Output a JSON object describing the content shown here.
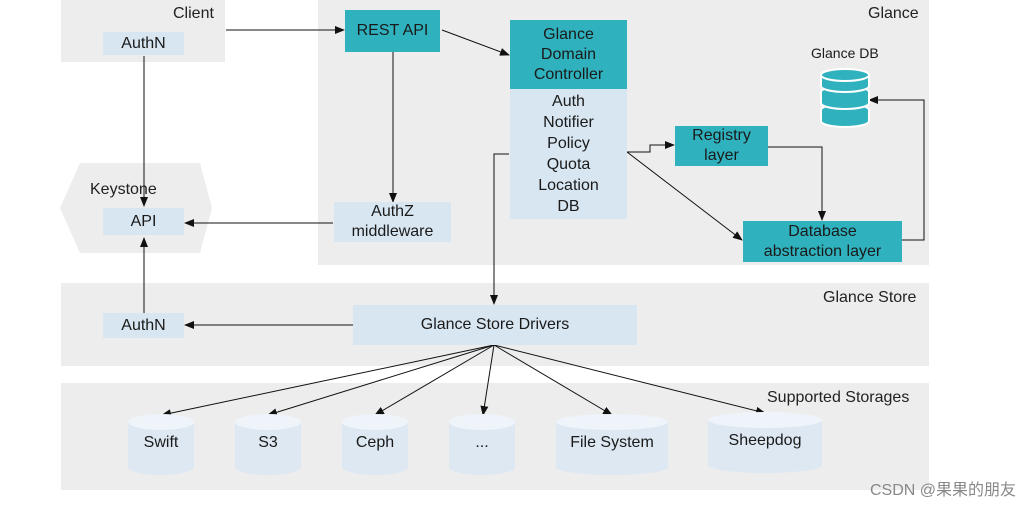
{
  "client": {
    "title": "Client",
    "authn": "AuthN"
  },
  "glance": {
    "title": "Glance",
    "rest_api": "REST API",
    "domain_controller": [
      "Glance",
      "Domain",
      "Controller"
    ],
    "controller_items": [
      "Auth",
      "Notifier",
      "Policy",
      "Quota",
      "Location",
      "DB"
    ],
    "authz": [
      "AuthZ",
      "middleware"
    ],
    "registry": [
      "Registry",
      "layer"
    ],
    "db_abstraction": [
      "Database",
      "abstraction layer"
    ],
    "db_label": "Glance DB"
  },
  "keystone": {
    "title": "Keystone",
    "api": "API"
  },
  "store": {
    "title": "Glance Store",
    "drivers": "Glance Store Drivers",
    "authn": "AuthN"
  },
  "storages": {
    "title": "Supported Storages",
    "items": [
      "Swift",
      "S3",
      "Ceph",
      "...",
      "File System",
      "Sheepdog"
    ]
  },
  "watermark": "CSDN @果果的朋友",
  "colors": {
    "panel": "#ededed",
    "light_box": "#d8e6f1",
    "teal_box": "#30b2be",
    "cylinder": "#dde8f2",
    "db_cylinder": "#30b2be"
  }
}
